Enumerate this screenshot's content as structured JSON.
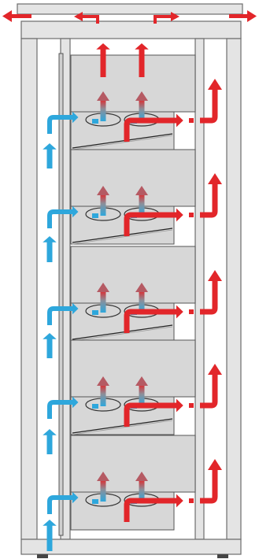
{
  "diagram": {
    "subject": "rack airflow",
    "colors": {
      "frame_fill": "#e4e4e4",
      "frame_stroke": "#6d6d6d",
      "unit_fill": "#d7d7d7",
      "unit_stroke": "#555555",
      "cold_air": "#2ea7dc",
      "hot_air": "#e2262a",
      "background": "#ffffff"
    },
    "units": [
      {
        "id": "unit-1"
      },
      {
        "id": "unit-2"
      },
      {
        "id": "unit-3"
      },
      {
        "id": "unit-4"
      },
      {
        "id": "unit-5"
      }
    ],
    "icons": {
      "cold": "cold-airflow-arrow-icon",
      "hot": "hot-airflow-arrow-icon",
      "fan": "fan-icon",
      "exhaust": "exhaust-arrow-icon"
    }
  }
}
